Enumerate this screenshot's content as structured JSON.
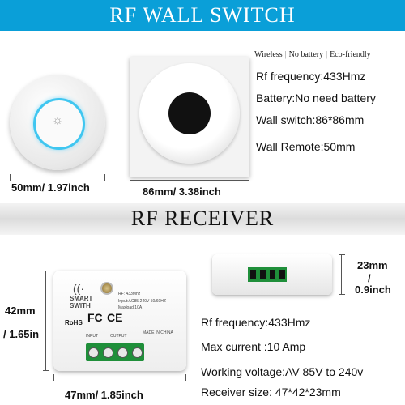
{
  "banners": {
    "top": "RF WALL SWITCH",
    "middle": "RF RECEIVER"
  },
  "tags": [
    "Wireless",
    "No battery",
    "Eco-friendly"
  ],
  "switch_specs": [
    "Rf frequency:433Hmz",
    "Battery:No need battery",
    "Wall switch:86*86mm",
    "Wall Remote:50mm"
  ],
  "switch_dims": {
    "remote": "50mm/ 1.97inch",
    "wall": "86mm/ 3.38inch"
  },
  "receiver_dims": {
    "height": "42mm",
    "height_in": "/ 1.65in",
    "depth": "23mm",
    "depth_in": "0.9inch",
    "width": "47mm/ 1.85inch"
  },
  "receiver_specs": [
    "Rf frequency:433Hmz",
    "Max current :10 Amp",
    "Working voltage:AV 85V to 240v",
    "Receiver size: 47*42*23mm"
  ],
  "device_labels": {
    "brand1": "SMART",
    "brand2": "SWITH",
    "rf": "RF: 433Mhz",
    "input": "Input:AC85-240V 50/60HZ",
    "maxload": "Maxload:10A",
    "rohs": "RoHS",
    "fc": "FC",
    "ce": "CE",
    "madein": "MADE IN CHINA",
    "in": "INPUT",
    "out": "OUTPUT"
  },
  "colors": {
    "banner": "#0a9fd8",
    "ring": "#3fc6f0"
  }
}
